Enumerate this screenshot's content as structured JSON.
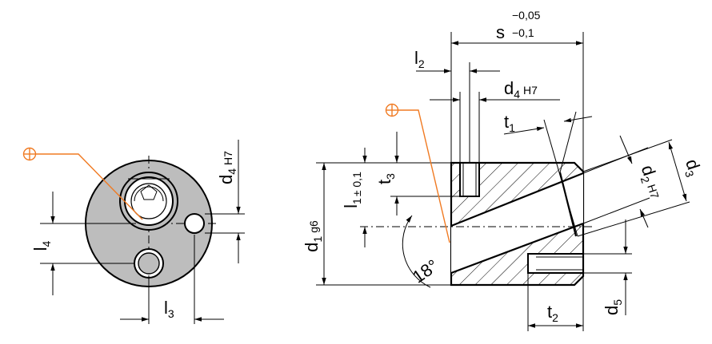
{
  "colors": {
    "part_fill": "#bdbdbd",
    "hole_fill": "#ffffff",
    "line": "#000000",
    "marker": "#f07a22"
  },
  "icons": [
    "crosshair-marker-icon",
    "crosshair-marker-icon"
  ],
  "labels": {
    "s_main": "s",
    "s_tol_upper": "−0,05",
    "s_tol_lower": "−0,1",
    "l2": "l",
    "l2_sub": "2",
    "d4_main": "d",
    "d4_sub": "4",
    "d4_fit": "H7",
    "t1": "t",
    "t1_sub": "1",
    "t3": "t",
    "t3_sub": "3",
    "l1": "l",
    "l1_sub": "1",
    "l1_tol": "± 0,1",
    "d1_main": "d",
    "d1_sub": "1",
    "d1_fit": "g6",
    "d2_main": "d",
    "d2_sub": "2",
    "d2_fit": "H7",
    "d3_main": "d",
    "d3_sub": "3",
    "angle": "18°",
    "t2": "t",
    "t2_sub": "2",
    "d5_main": "d",
    "d5_sub": "5",
    "l4": "l",
    "l4_sub": "4",
    "l3": "l",
    "l3_sub": "3",
    "left_d4_main": "d",
    "left_d4_sub": "4",
    "left_d4_fit": "H7"
  }
}
